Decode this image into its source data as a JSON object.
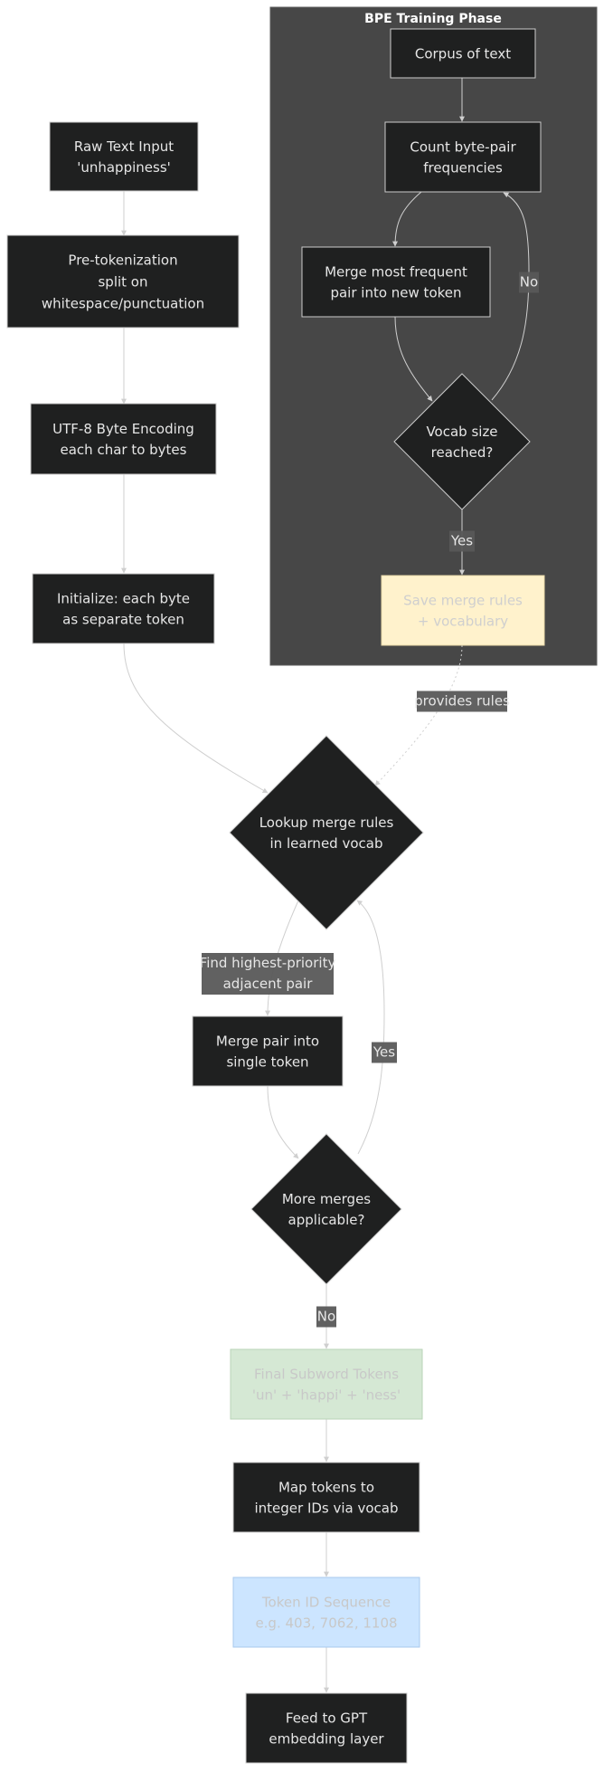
{
  "cluster": {
    "title": "BPE Training Phase"
  },
  "nodes": {
    "raw_input": {
      "lines": [
        "Raw Text Input",
        "'unhappiness'"
      ]
    },
    "pretokenization": {
      "lines": [
        "Pre-tokenization",
        "split on",
        "whitespace/punctuation"
      ]
    },
    "utf8_encoding": {
      "lines": [
        "UTF-8 Byte Encoding",
        "each char to bytes"
      ]
    },
    "initialize": {
      "lines": [
        "Initialize: each byte",
        "as separate token"
      ]
    },
    "corpus": {
      "lines": [
        "Corpus of text"
      ]
    },
    "count_pairs": {
      "lines": [
        "Count byte-pair",
        "frequencies"
      ]
    },
    "merge_frequent": {
      "lines": [
        "Merge most frequent",
        "pair into new token"
      ]
    },
    "vocab_size": {
      "lines": [
        "Vocab size",
        "reached?"
      ]
    },
    "save_rules": {
      "lines": [
        "Save merge rules",
        "+ vocabulary"
      ]
    },
    "lookup_rules": {
      "lines": [
        "Lookup merge rules",
        "in learned vocab"
      ]
    },
    "merge_pair": {
      "lines": [
        "Merge pair into",
        "single token"
      ]
    },
    "more_merges": {
      "lines": [
        "More merges",
        "applicable?"
      ]
    },
    "final_tokens": {
      "lines": [
        "Final Subword Tokens",
        "'un' + 'happi' + 'ness'"
      ]
    },
    "map_ids": {
      "lines": [
        "Map tokens to",
        "integer IDs via vocab"
      ]
    },
    "token_ids": {
      "lines": [
        "Token ID Sequence",
        "e.g. 403, 7062, 1108"
      ]
    },
    "feed_gpt": {
      "lines": [
        "Feed to GPT",
        "embedding layer"
      ]
    }
  },
  "edge_labels": {
    "no_training": "No",
    "yes_training": "Yes",
    "provides_rules": "provides rules",
    "find_pair": [
      "Find highest-priority",
      "adjacent pair"
    ],
    "yes_merge": "Yes",
    "no_merge": "No"
  },
  "colors": {
    "node_fill": "#1f2020",
    "node_stroke": "#cccccc",
    "node_text": "#e6e6e6",
    "cluster_fill": "#474747",
    "edge": "#cfcfcf",
    "label_bg": "#585858",
    "save_fill": "#fff2cc",
    "save_text": "#cfcfcf",
    "final_fill": "#d5e8d4",
    "final_text": "#c8c8c8",
    "ids_fill": "#cce5ff",
    "ids_text": "#c8c8c8"
  }
}
